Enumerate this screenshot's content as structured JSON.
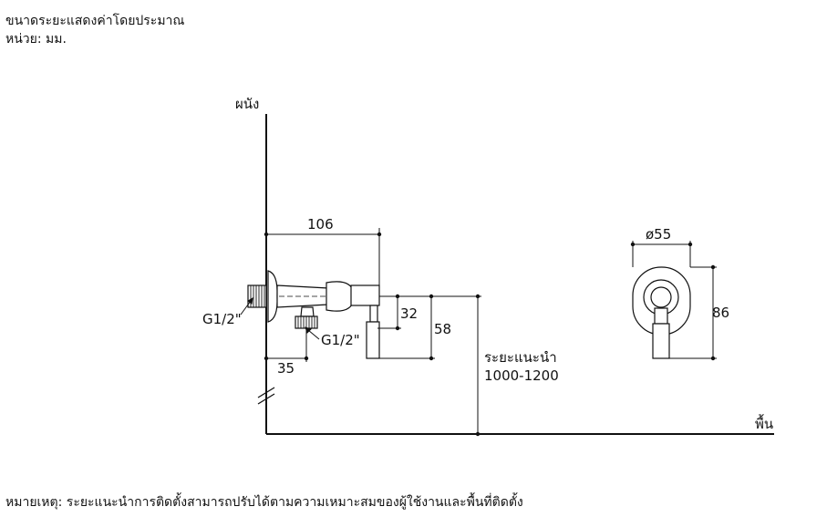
{
  "header": {
    "title": "ขนาดระยะแสดงค่าโดยประมาณ",
    "unit": "หน่วย: มม."
  },
  "labels": {
    "wall": "ผนัง",
    "floor": "พื้น",
    "recommended_height_label": "ระยะแนะนำ",
    "recommended_height_value": "1000-1200",
    "inlet_thread": "G1/2\"",
    "outlet_thread": "G1/2\""
  },
  "dimensions": {
    "length": "106",
    "depth": "35",
    "outlet_height": "32",
    "handle_height": "58",
    "diameter": "ø55",
    "plate_height": "86"
  },
  "footer": {
    "note": "หมายเหตุ: ระยะแนะนำการติดตั้งสามารถปรับได้ตามความเหมาะสมของผู้ใช้งานและพื้นที่ติดตั้ง"
  }
}
